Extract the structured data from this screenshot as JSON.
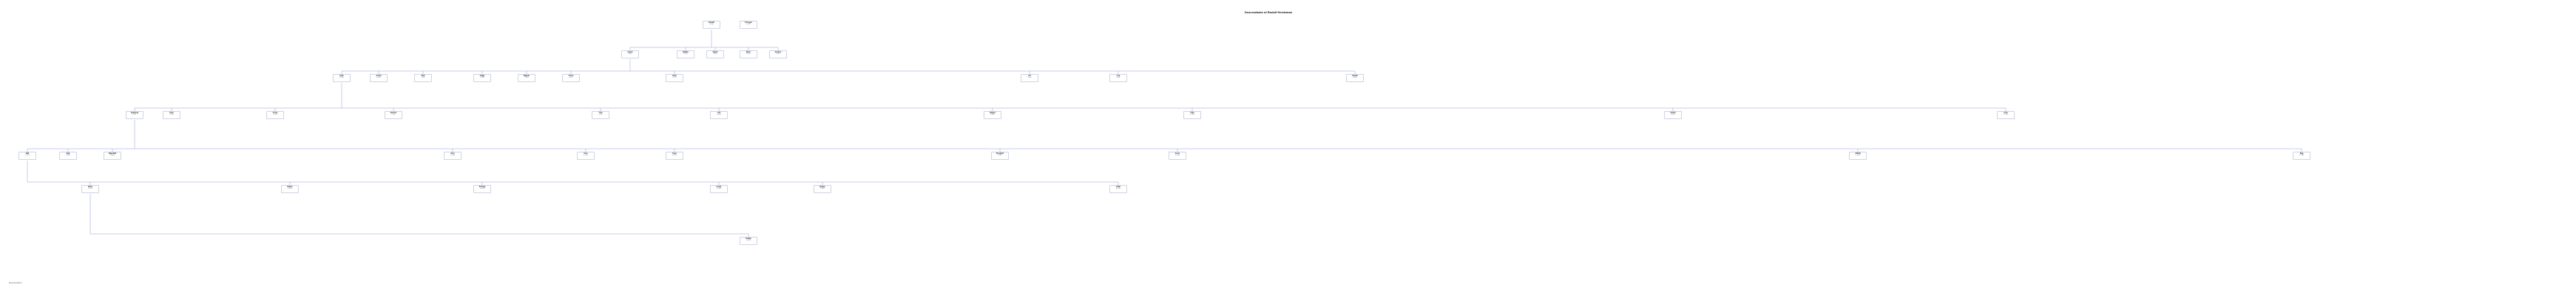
{
  "title": "Descendants of Rodulf Herdsman",
  "footer": "Descendants",
  "palette": {
    "line": "#7b7fcf",
    "box_border": "#cfd3e6"
  },
  "people": [
    {
      "id": "p1",
      "name": "Rodulf",
      "detail": "b. 900"
    },
    {
      "id": "p2",
      "name": "Thorgeir",
      "detail": "b. 925"
    },
    {
      "id": "p3",
      "name": "Ingrid",
      "detail": "b. 927"
    },
    {
      "id": "p4",
      "name": "Halldor",
      "detail": "b. 950"
    },
    {
      "id": "p5",
      "name": "Sigrid",
      "detail": "b. 952"
    },
    {
      "id": "p6",
      "name": "Bjorn",
      "detail": "b. 955"
    },
    {
      "id": "p7",
      "name": "Gudrun",
      "detail": "b. 958"
    },
    {
      "id": "p8",
      "name": "Eirik",
      "detail": "b. 960"
    },
    {
      "id": "p9",
      "name": "Astrid",
      "detail": "b. 962"
    },
    {
      "id": "p10",
      "name": "Olaf",
      "detail": "b. 965"
    },
    {
      "id": "p11",
      "name": "Helga",
      "detail": "b. 968"
    },
    {
      "id": "p12",
      "name": "Ragnar",
      "detail": "b. 970"
    },
    {
      "id": "p13",
      "name": "Thora",
      "detail": "b. 972"
    },
    {
      "id": "p14",
      "name": "Ketil",
      "detail": "b. 975"
    },
    {
      "id": "p15",
      "name": "Ulf",
      "detail": "b. 980"
    },
    {
      "id": "p16",
      "name": "Asa",
      "detail": "b. 982"
    },
    {
      "id": "p17",
      "name": "Harald",
      "detail": "b. 985"
    },
    {
      "id": "p18",
      "name": "Ingeborg",
      "detail": "b. 987"
    },
    {
      "id": "p19",
      "name": "Sven",
      "detail": "b. 990"
    },
    {
      "id": "p20",
      "name": "Freya",
      "detail": "b. 992"
    },
    {
      "id": "p21",
      "name": "Gunnar",
      "detail": "b. 995"
    },
    {
      "id": "p22",
      "name": "Ylva",
      "detail": "b. 997"
    },
    {
      "id": "p23",
      "name": "Leif",
      "detail": "b. 1000"
    },
    {
      "id": "p24",
      "name": "Sigurd",
      "detail": "b. 1002"
    },
    {
      "id": "p25",
      "name": "Toke",
      "detail": "b. 1005"
    },
    {
      "id": "p26",
      "name": "Estrid",
      "detail": "b. 1007"
    },
    {
      "id": "p27",
      "name": "Arne",
      "detail": "b. 1010"
    },
    {
      "id": "p28",
      "name": "Hild",
      "detail": "b. 1012"
    },
    {
      "id": "p29",
      "name": "Egil",
      "detail": "b. 1015"
    },
    {
      "id": "p30",
      "name": "Ragnhild",
      "detail": "b. 1018"
    },
    {
      "id": "p31",
      "name": "Orm",
      "detail": "b. 1020"
    },
    {
      "id": "p32",
      "name": "Tove",
      "detail": "b. 1022"
    },
    {
      "id": "p33",
      "name": "Knut",
      "detail": "b. 1025"
    },
    {
      "id": "p34",
      "name": "Borghild",
      "detail": "b. 1027"
    },
    {
      "id": "p35",
      "name": "Gorm",
      "detail": "b. 1030"
    },
    {
      "id": "p36",
      "name": "Alfhild",
      "detail": "b. 1032"
    },
    {
      "id": "p37",
      "name": "Stig",
      "detail": "b. 1035"
    },
    {
      "id": "p38",
      "name": "Runa",
      "detail": "b. 1037"
    },
    {
      "id": "p39",
      "name": "Hakon",
      "detail": "b. 1040"
    },
    {
      "id": "p40",
      "name": "Solveig",
      "detail": "b. 1042"
    },
    {
      "id": "p41",
      "name": "Frode",
      "detail": "b. 1045"
    },
    {
      "id": "p42",
      "name": "Dagny",
      "detail": "b. 1047"
    },
    {
      "id": "p43",
      "name": "Vidar",
      "detail": "b. 1050"
    },
    {
      "id": "p44",
      "name": "Embla",
      "detail": "b. 1052"
    }
  ]
}
